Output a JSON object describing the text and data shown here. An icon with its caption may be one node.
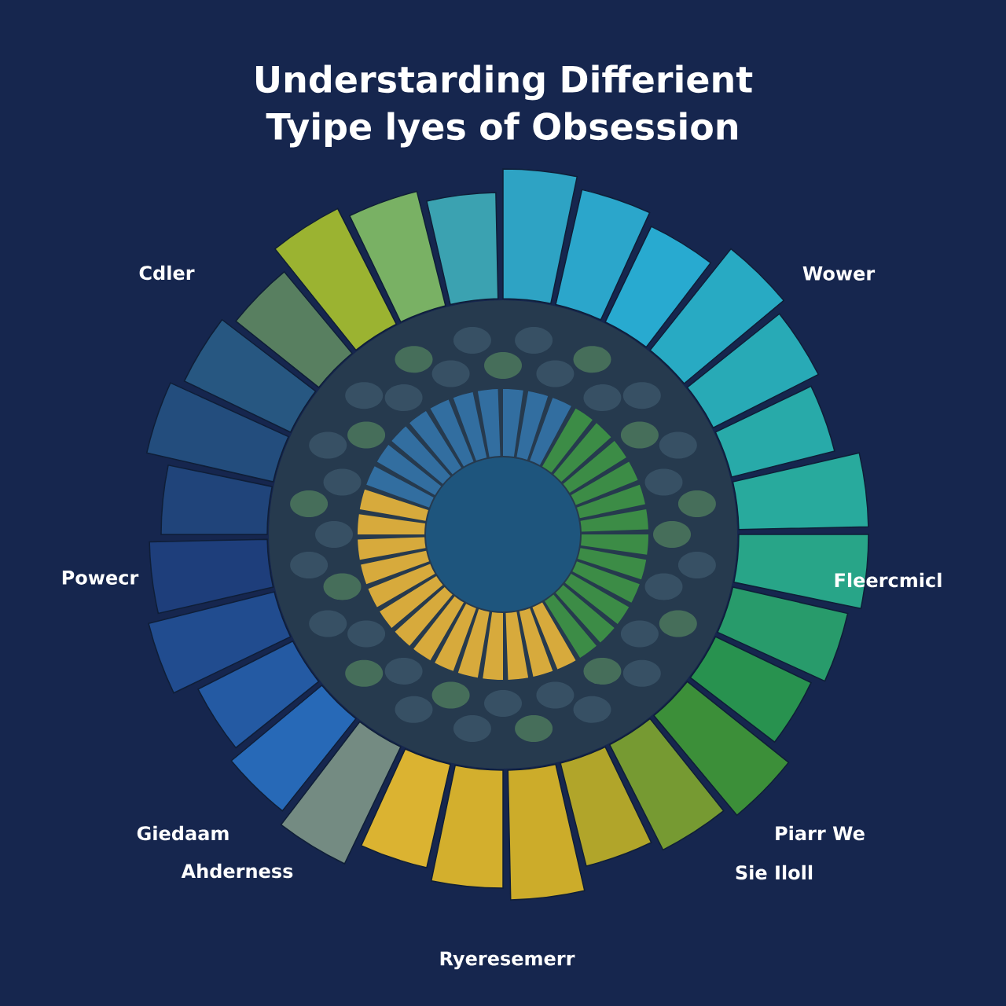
{
  "diagram": {
    "title": "Understarding Differient Tyipe lyes of Obsession",
    "labels": [
      "Cdler",
      "Wower",
      "Powecr",
      "Fleercmicl",
      "Giedaam",
      "Ahderness",
      "Piarr We",
      "Sie Iloll",
      "Ryeresemerr"
    ]
  }
}
